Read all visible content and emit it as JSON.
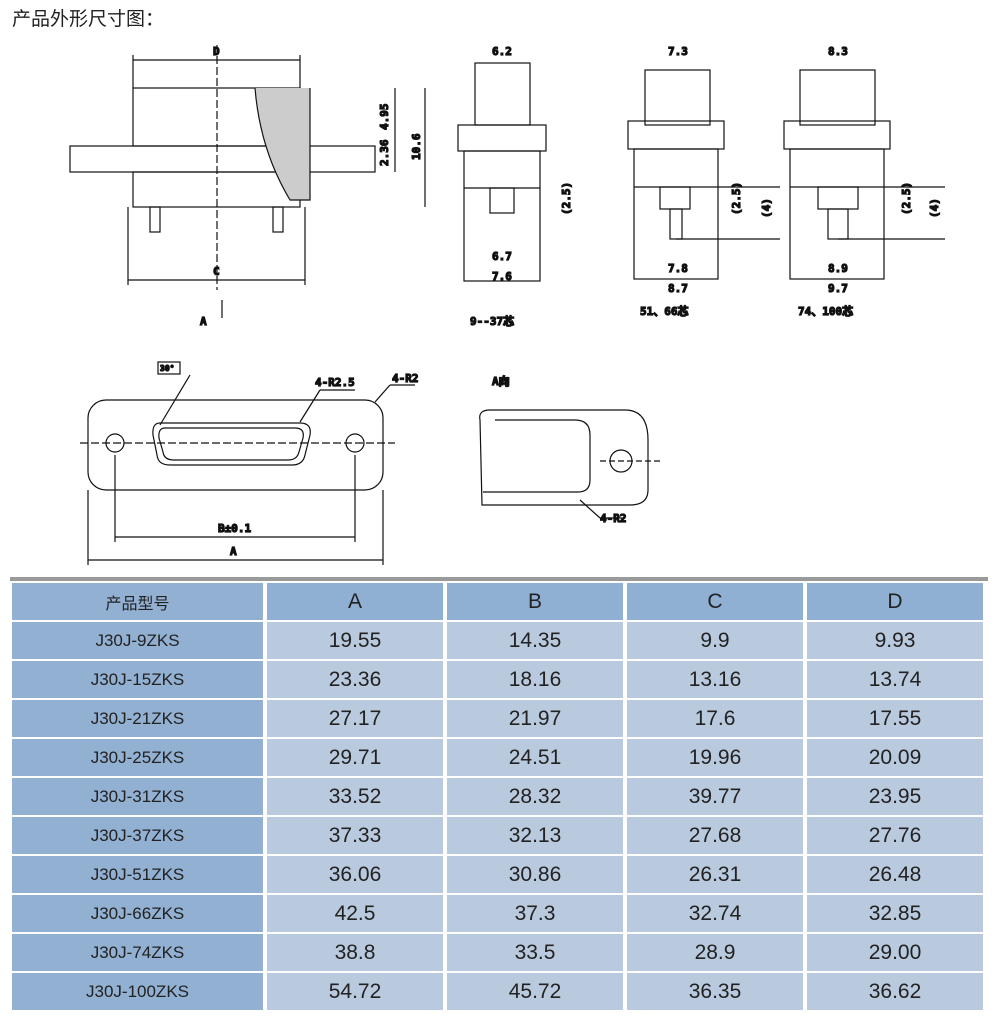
{
  "title": "产品外形尺寸图：",
  "drawing": {
    "front": {
      "D": "D",
      "C": "C",
      "h1": "4.95",
      "h2": "2.36",
      "h3": "10.6",
      "view": "A"
    },
    "side1": {
      "top": "6.2",
      "inner": "6.7",
      "outer": "7.6",
      "pin": "(2.5)",
      "caption": "9--37芯"
    },
    "side2": {
      "top": "7.3",
      "inner": "7.8",
      "outer": "8.7",
      "pin": "(2.5)",
      "pin2": "(4)",
      "caption": "51、66芯"
    },
    "side3": {
      "top": "8.3",
      "inner": "8.9",
      "outer": "9.7",
      "pin": "(2.5)",
      "pin2": "(4)",
      "caption": "74、100芯"
    },
    "plan": {
      "angle": "30°",
      "r1": "4-R2.5",
      "r2": "4-R2",
      "B": "B±0.1",
      "A": "A"
    },
    "aview": {
      "caption": "A向",
      "r": "4-R2"
    }
  },
  "table": {
    "headers": [
      "产品型号",
      "A",
      "B",
      "C",
      "D"
    ],
    "rows": [
      [
        "J30J-9ZKS",
        "19.55",
        "14.35",
        "9.9",
        "9.93"
      ],
      [
        "J30J-15ZKS",
        "23.36",
        "18.16",
        "13.16",
        "13.74"
      ],
      [
        "J30J-21ZKS",
        "27.17",
        "21.97",
        "17.6",
        "17.55"
      ],
      [
        "J30J-25ZKS",
        "29.71",
        "24.51",
        "19.96",
        "20.09"
      ],
      [
        "J30J-31ZKS",
        "33.52",
        "28.32",
        "39.77",
        "23.95"
      ],
      [
        "J30J-37ZKS",
        "37.33",
        "32.13",
        "27.68",
        "27.76"
      ],
      [
        "J30J-51ZKS",
        "36.06",
        "30.86",
        "26.31",
        "26.48"
      ],
      [
        "J30J-66ZKS",
        "42.5",
        "37.3",
        "32.74",
        "32.85"
      ],
      [
        "J30J-74ZKS",
        "38.8",
        "33.5",
        "28.9",
        "29.00"
      ],
      [
        "J30J-100ZKS",
        "54.72",
        "45.72",
        "36.35",
        "36.62"
      ]
    ]
  }
}
